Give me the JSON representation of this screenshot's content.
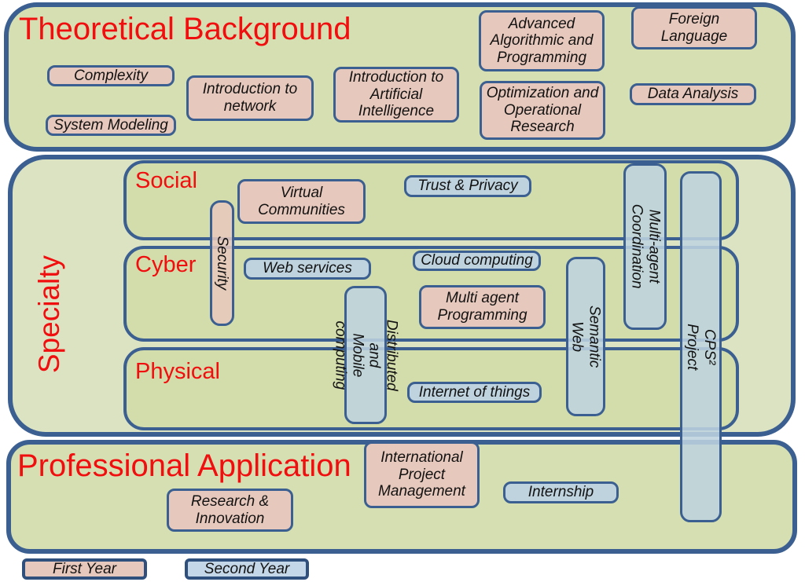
{
  "colors": {
    "border": "#3a5f90",
    "section_fill": "#d6dfb2",
    "specialty_fill": "#dbe3c3",
    "row_fill": "#d3dcab",
    "first_year_fill": "#e7c8bc",
    "second_year_fill": "#bfd3df",
    "legend_second_fill": "#c3d7e9",
    "title_red": "#f10e0e",
    "text_black": "#121212"
  },
  "sections": {
    "theoretical": {
      "title": "Theoretical Background",
      "courses": {
        "complexity": "Complexity",
        "system_modeling": "System Modeling",
        "intro_network": "Introduction to\nnetwork",
        "intro_ai": "Introduction to\nArtificial\nIntelligence",
        "adv_algo": "Advanced\nAlgorithmic and\nProgramming",
        "optimization": "Optimization and\nOperational\nResearch",
        "foreign_language": "Foreign\nLanguage",
        "data_analysis": "Data Analysis"
      }
    },
    "specialty": {
      "title": "Specialty",
      "rows": {
        "social": "Social",
        "cyber": "Cyber",
        "physical": "Physical"
      },
      "courses": {
        "virtual_communities": "Virtual\nCommunities",
        "trust_privacy": "Trust & Privacy",
        "security": "Security",
        "web_services": "Web services",
        "cloud_computing": "Cloud computing",
        "multi_agent_programming": "Multi agent\nProgramming",
        "distributed_mobile": "Distributed and\nMobile computing",
        "semantic_web": "Semantic Web",
        "multi_agent_coordination": "Multi-agent\nCoordination",
        "internet_things": "Internet of things",
        "cps2_project": "CPS² Project"
      }
    },
    "professional": {
      "title": "Professional Application",
      "courses": {
        "research_innovation": "Research &\nInnovation",
        "intl_project_mgmt": "International\nProject\nManagement",
        "internship": "Internship"
      }
    }
  },
  "legend": {
    "first_year": "First Year",
    "second_year": "Second Year"
  }
}
